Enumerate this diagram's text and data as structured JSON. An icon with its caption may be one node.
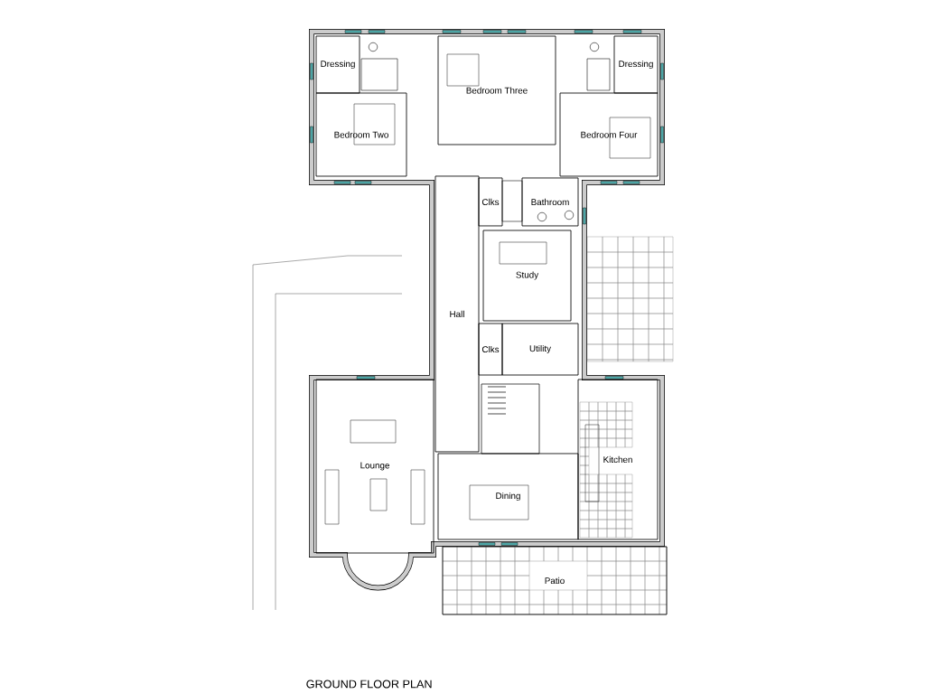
{
  "diagram": {
    "title": "GROUND FLOOR PLAN",
    "nodes": [
      {
        "text": [
          "Dressing"
        ]
      },
      {
        "text": [
          "Bedroom Three"
        ]
      },
      {
        "text": [
          "Dressing"
        ]
      },
      {
        "text": [
          "Bedroom Two"
        ]
      },
      {
        "text": [
          "Bedroom Four"
        ]
      },
      {
        "text": [
          "Clks"
        ]
      },
      {
        "text": [
          "Bathroom"
        ]
      },
      {
        "text": [
          "Hall"
        ]
      },
      {
        "text": [
          "Study"
        ]
      },
      {
        "text": [
          "Clks"
        ]
      },
      {
        "text": [
          "Utility"
        ]
      },
      {
        "text": [
          "Kitchen"
        ]
      },
      {
        "text": [
          "Lounge"
        ]
      },
      {
        "text": [
          "Dining"
        ]
      },
      {
        "text": [
          "Patio"
        ]
      }
    ]
  }
}
